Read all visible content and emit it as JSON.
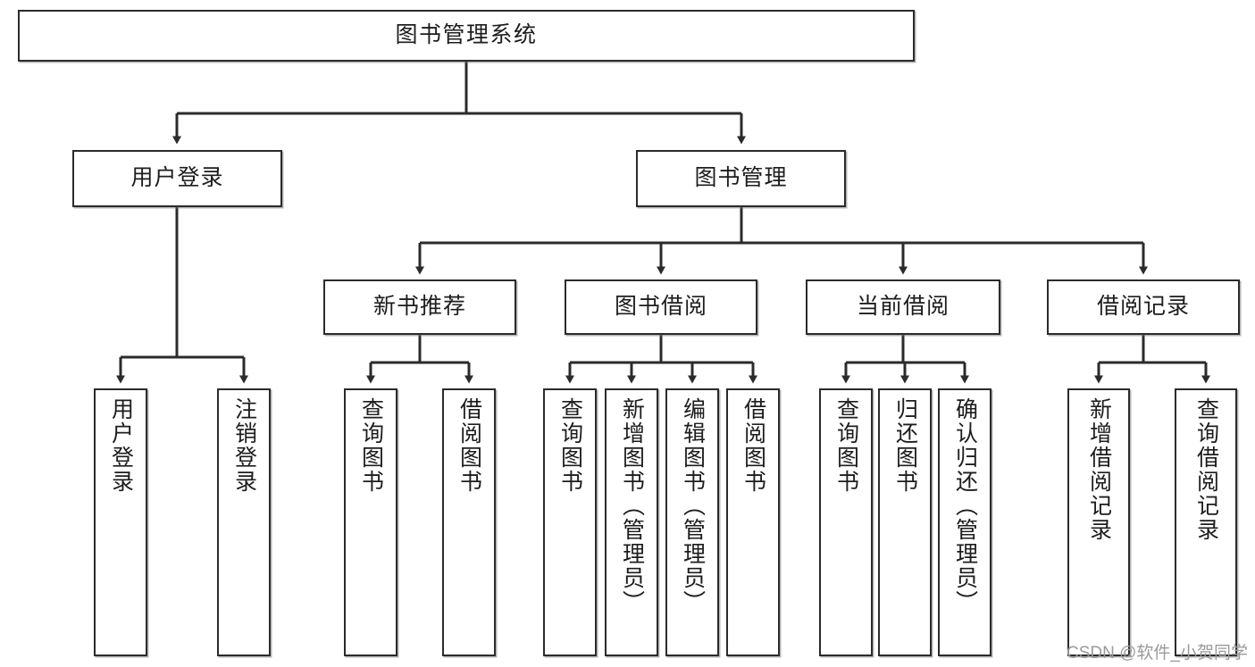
{
  "diagram": {
    "title_node": {
      "label": "图书管理系统"
    },
    "level2": [
      {
        "label": "用户登录"
      },
      {
        "label": "图书管理"
      }
    ],
    "level3": [
      {
        "label": "新书推荐"
      },
      {
        "label": "图书借阅"
      },
      {
        "label": "当前借阅"
      },
      {
        "label": "借阅记录"
      }
    ],
    "leaves": {
      "user_login": [
        {
          "label": "用户登录"
        },
        {
          "label": "注销登录"
        }
      ],
      "new_book": [
        {
          "label": "查询图书"
        },
        {
          "label": "借阅图书"
        }
      ],
      "book_borrow": [
        {
          "label": "查询图书"
        },
        {
          "label": "新增图书（管理员）"
        },
        {
          "label": "编辑图书（管理员）"
        },
        {
          "label": "借阅图书"
        }
      ],
      "current_borrow": [
        {
          "label": "查询图书"
        },
        {
          "label": "归还图书"
        },
        {
          "label": "确认归还（管理员）"
        }
      ],
      "borrow_record": [
        {
          "label": "新增借阅记录"
        },
        {
          "label": "查询借阅记录"
        }
      ]
    }
  },
  "watermark": {
    "text": "CSDN @软件_小贺同学"
  },
  "colors": {
    "border": "#2b2b2b",
    "text": "#1d1d1d",
    "background": "#ffffff",
    "watermark": "#9a9a9a"
  }
}
